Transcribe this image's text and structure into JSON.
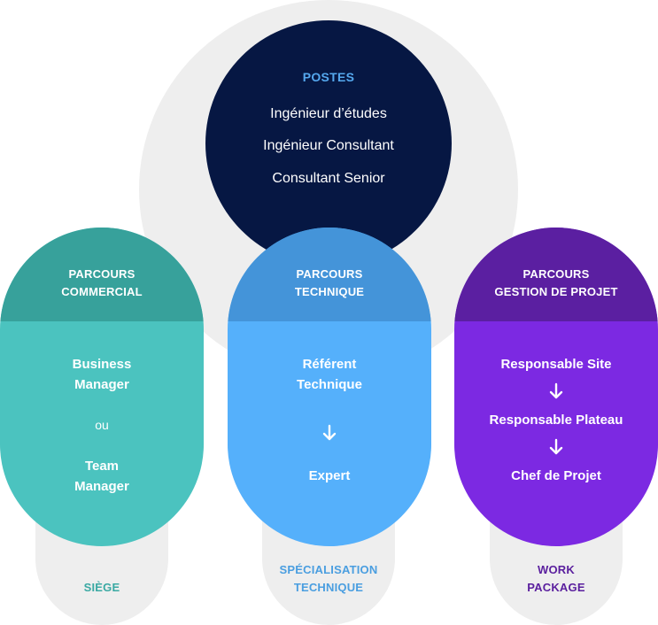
{
  "postes": {
    "title": "POSTES",
    "items": [
      "Ingénieur d’études",
      "Ingénieur Consultant",
      "Consultant Senior"
    ]
  },
  "parcours": [
    {
      "head": [
        "PARCOURS",
        "COMMERCIAL"
      ],
      "items": [
        [
          "Business",
          "Manager"
        ],
        [
          "Team",
          "Manager"
        ]
      ],
      "separator": "ou",
      "tab": [
        "SIÈGE"
      ]
    },
    {
      "head": [
        "PARCOURS",
        "TECHNIQUE"
      ],
      "items": [
        [
          "Référent",
          "Technique"
        ],
        [
          "Expert"
        ]
      ],
      "tab": [
        "SPÉCIALISATION",
        "TECHNIQUE"
      ]
    },
    {
      "head": [
        "PARCOURS",
        "GESTION DE PROJET"
      ],
      "items": [
        [
          "Responsable Site"
        ],
        [
          "Responsable Plateau"
        ],
        [
          "Chef de Projet"
        ]
      ],
      "tab": [
        "WORK",
        "PACKAGE"
      ]
    }
  ],
  "colors": {
    "background_circle": "#eeeeee",
    "postes_circle": "#061743",
    "postes_title": "#55a8ee",
    "commercial_head": "#37a19b",
    "commercial_body": "#4bc3bf",
    "commercial_tab_text": "#3aa9a3",
    "technique_head": "#4494d9",
    "technique_body": "#55b0fb",
    "technique_tab_text": "#4a9ee0",
    "gestion_head": "#5b1fa1",
    "gestion_body": "#7c29e2",
    "gestion_tab_text": "#5a1f9e"
  }
}
